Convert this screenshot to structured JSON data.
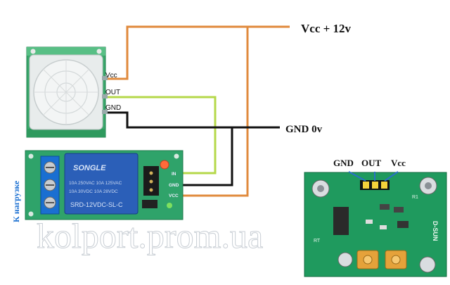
{
  "labels": {
    "vcc_supply": "Vcc + 12v",
    "gnd_supply": "GND 0v",
    "load_label": "К нагрузке",
    "watermark": "kolport.prom.ua"
  },
  "pir_module": {
    "pin_vcc": "Vcc",
    "pin_out": "OUT",
    "pin_gnd": "GND"
  },
  "relay_module": {
    "brand": "SONGLE",
    "model": "SRD-12VDC-SL-C",
    "rating_1": "10A 250VAC 10A 125VAC",
    "rating_2": "10A 30VDC 10A 28VDC",
    "pin_in": "IN",
    "pin_gnd": "GND",
    "pin_vcc": "VCC"
  },
  "pcb_inset": {
    "header_gnd": "GND",
    "header_out": "OUT",
    "header_vcc": "Vcc",
    "chip_label": "D-SUN",
    "ref_r1": "R1",
    "ref_rt": "RT"
  },
  "colors": {
    "vcc_wire": "#e08a3c",
    "out_wire": "#b5d84a",
    "gnd_wire": "#111111",
    "pcb_green": "#1f9a5e",
    "relay_blue": "#2b5fb8",
    "terminal_blue": "#1a6fd1"
  }
}
